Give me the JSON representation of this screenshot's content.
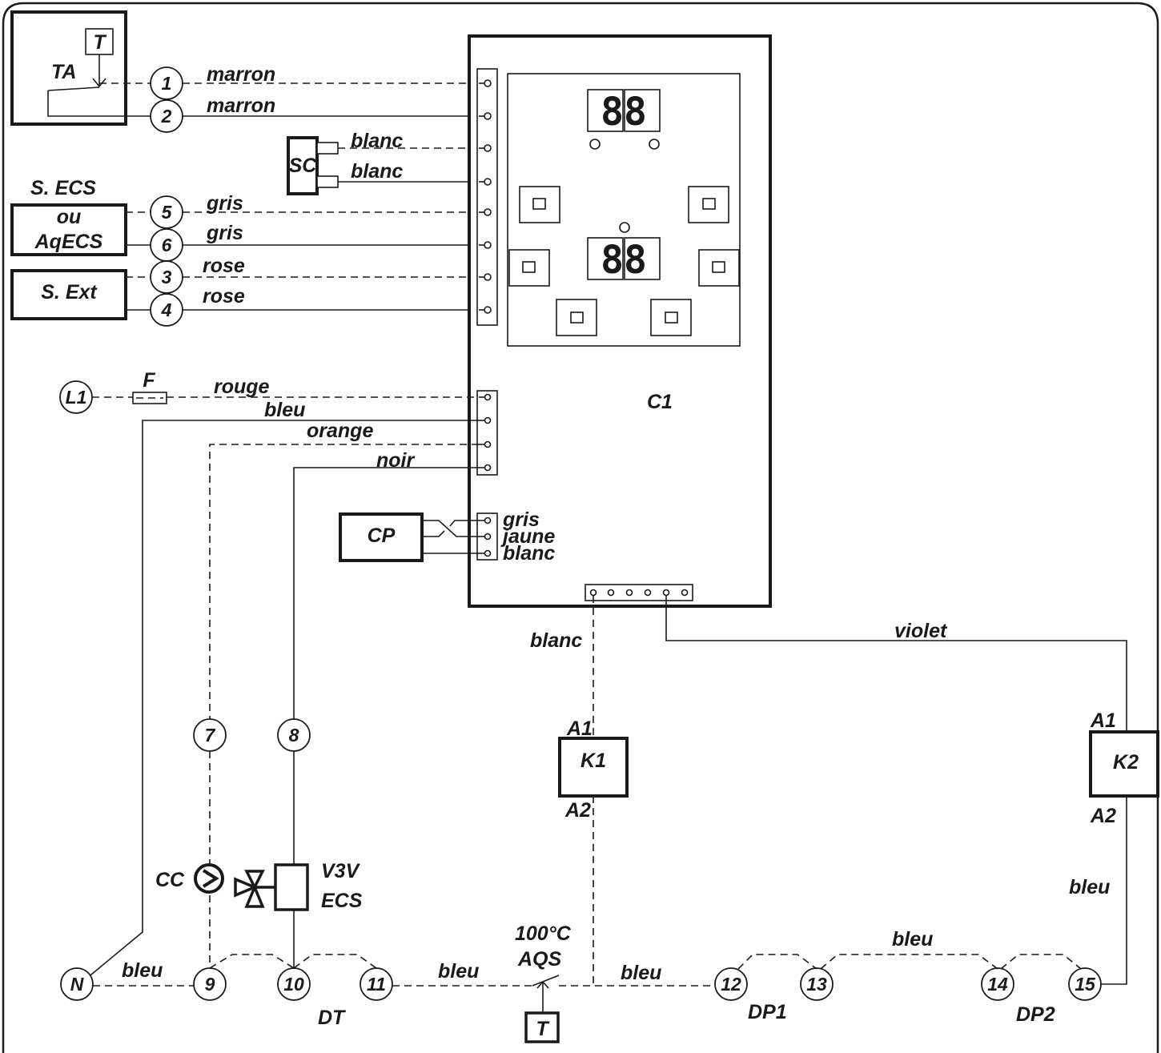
{
  "components": {
    "ta": "TA",
    "t_top": "T",
    "sc": "SC",
    "s_ecs": [
      "S. ECS",
      "ou",
      "AqECS"
    ],
    "s_ext": "S. Ext",
    "l1": "L1",
    "fuse": "F",
    "c1": "C1",
    "cp": "CP",
    "k1": "K1",
    "k2": "K2",
    "k1_a1": "A1",
    "k1_a2": "A2",
    "k2_a1": "A1",
    "k2_a2": "A2",
    "cc": "CC",
    "v3v": [
      "V3V",
      "ECS"
    ],
    "n": "N",
    "aqs_temp": "100°C",
    "aqs": "AQS",
    "t_bottom": "T",
    "dt": "DT",
    "dp1": "DP1",
    "dp2": "DP2"
  },
  "wires": {
    "marron_1": "marron",
    "marron_2": "marron",
    "blanc_sc1": "blanc",
    "blanc_sc2": "blanc",
    "gris_5": "gris",
    "gris_6": "gris",
    "rose_3": "rose",
    "rose_4": "rose",
    "rouge": "rouge",
    "bleu_n": "bleu",
    "orange": "orange",
    "noir": "noir",
    "cp_gris": "gris",
    "cp_jaune": "jaune",
    "cp_blanc": "blanc",
    "blanc_k1": "blanc",
    "violet": "violet",
    "bleu_k2": "bleu",
    "bleu_n9": "bleu",
    "bleu_11": "bleu",
    "bleu_12": "bleu",
    "bleu_top": "bleu"
  },
  "terminals": [
    "1",
    "2",
    "5",
    "6",
    "3",
    "4",
    "7",
    "8",
    "9",
    "10",
    "11",
    "12",
    "13",
    "14",
    "15"
  ],
  "display": {
    "top": "88",
    "bottom": "88"
  }
}
